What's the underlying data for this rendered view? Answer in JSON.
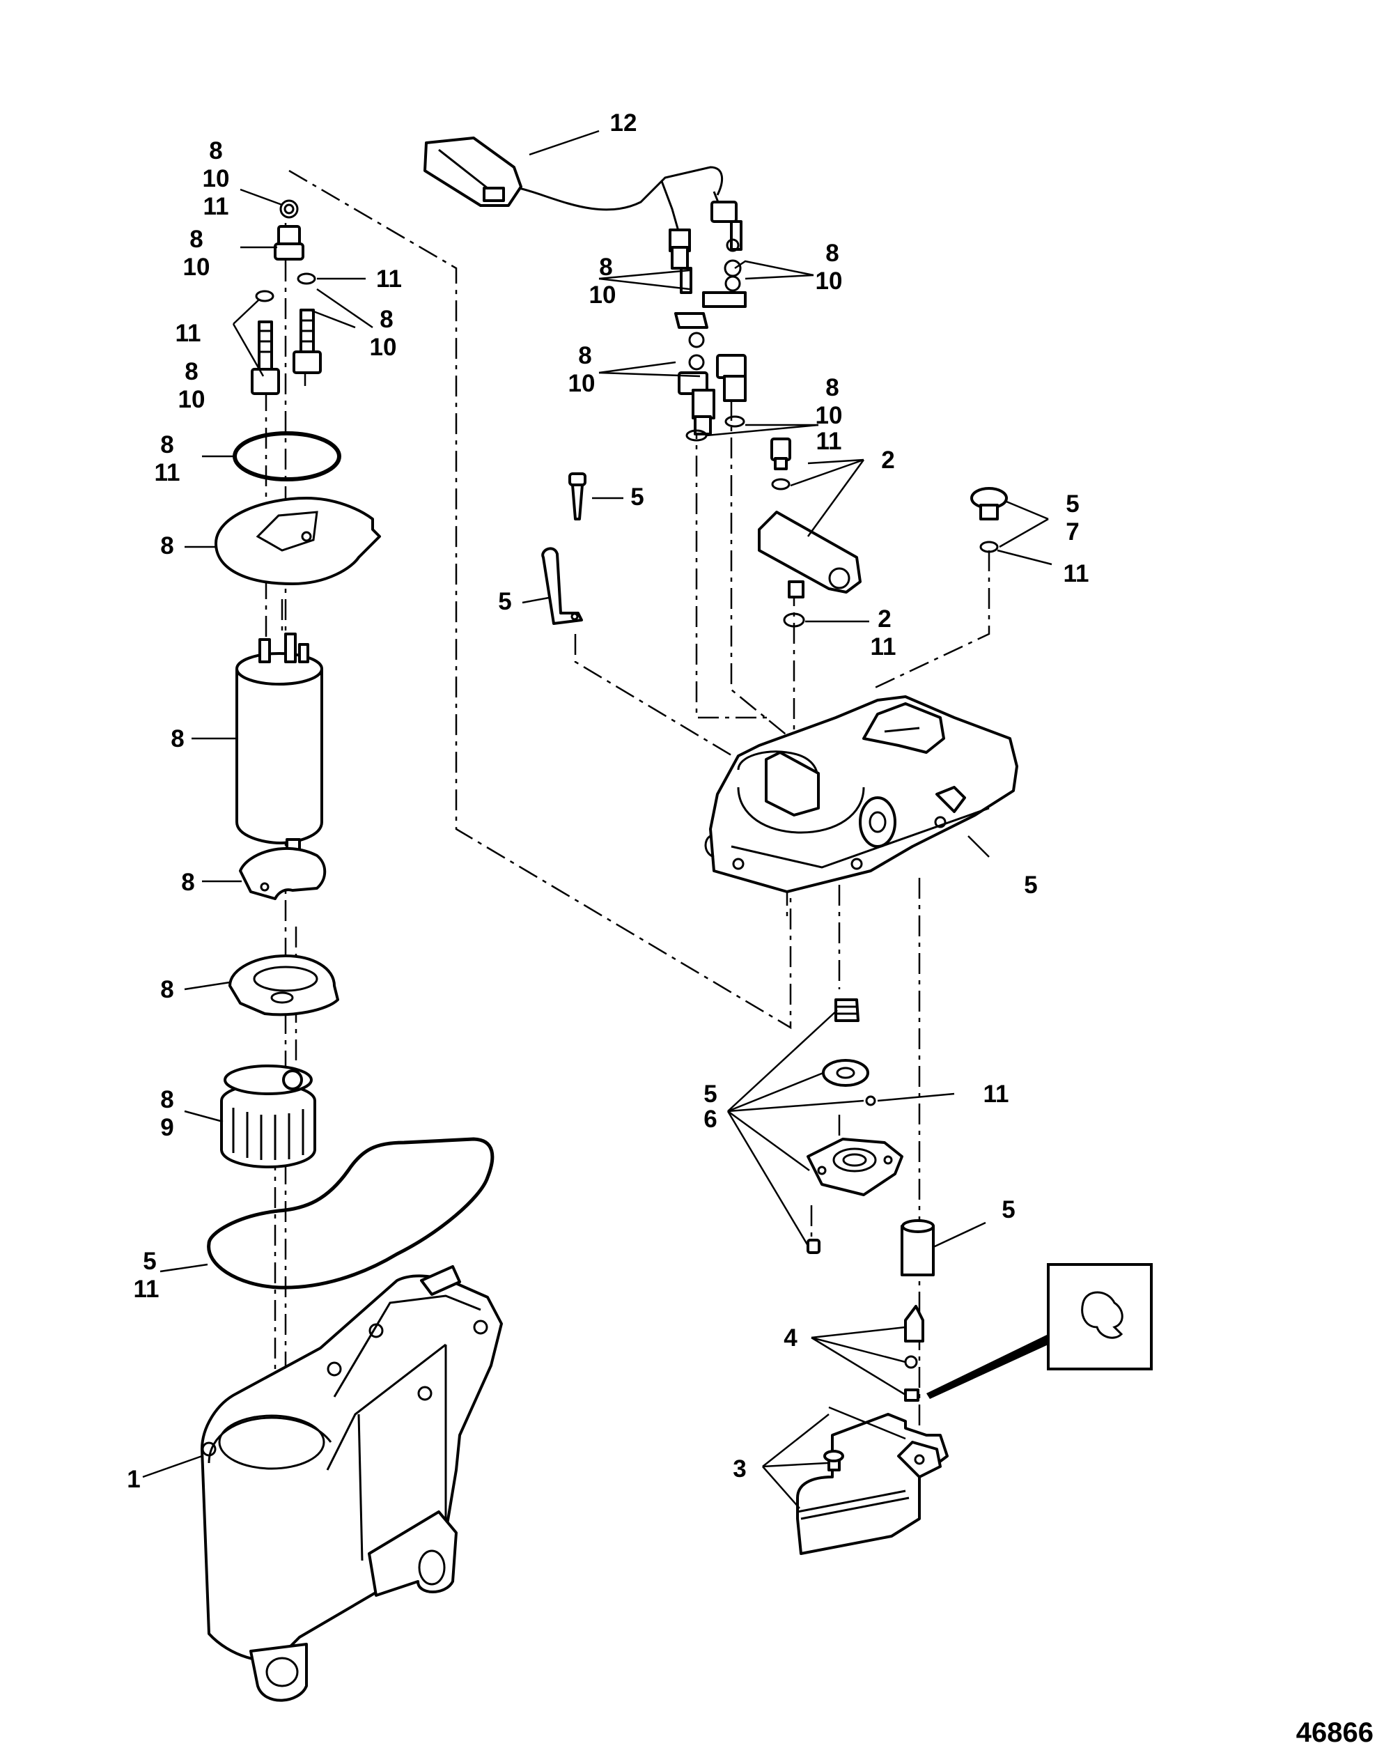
{
  "figure_number": "46866",
  "callouts": {
    "fs_top_oring": [
      "8",
      "10",
      "11"
    ],
    "fs_fitting": [
      "8",
      "10"
    ],
    "fs_oring_r": [
      "11"
    ],
    "fs_oring_l": [
      "11"
    ],
    "fs_valves_r": [
      "8",
      "10"
    ],
    "fs_valves_l": [
      "8",
      "10"
    ],
    "fs_big_oring": [
      "8",
      "11"
    ],
    "fs_cover": [
      "8"
    ],
    "fs_pump": [
      "8"
    ],
    "fs_retainer": [
      "8"
    ],
    "fs_bracket": [
      "8"
    ],
    "fs_filter": [
      "8",
      "9"
    ],
    "fs_gasket": [
      "5",
      "11"
    ],
    "fs_bowl": [
      "1"
    ],
    "harness": [
      "12"
    ],
    "sensor_r": [
      "8",
      "10"
    ],
    "sensor_l": [
      "8",
      "10"
    ],
    "switch_l": [
      "8",
      "10"
    ],
    "switch_r": [
      "8",
      "10",
      "11"
    ],
    "fitting_group": [
      "2"
    ],
    "screw": [
      "5"
    ],
    "plug": [
      "5",
      "7"
    ],
    "plug_oring": [
      "11"
    ],
    "clamp": [
      "5"
    ],
    "elbow_oring": [
      "2",
      "11"
    ],
    "housing": [
      "5"
    ],
    "regulator": [
      "5",
      "6"
    ],
    "reg_oring": [
      "11"
    ],
    "float_pin": [
      "5"
    ],
    "needle_set": [
      "4"
    ],
    "float_set": [
      "3"
    ]
  }
}
